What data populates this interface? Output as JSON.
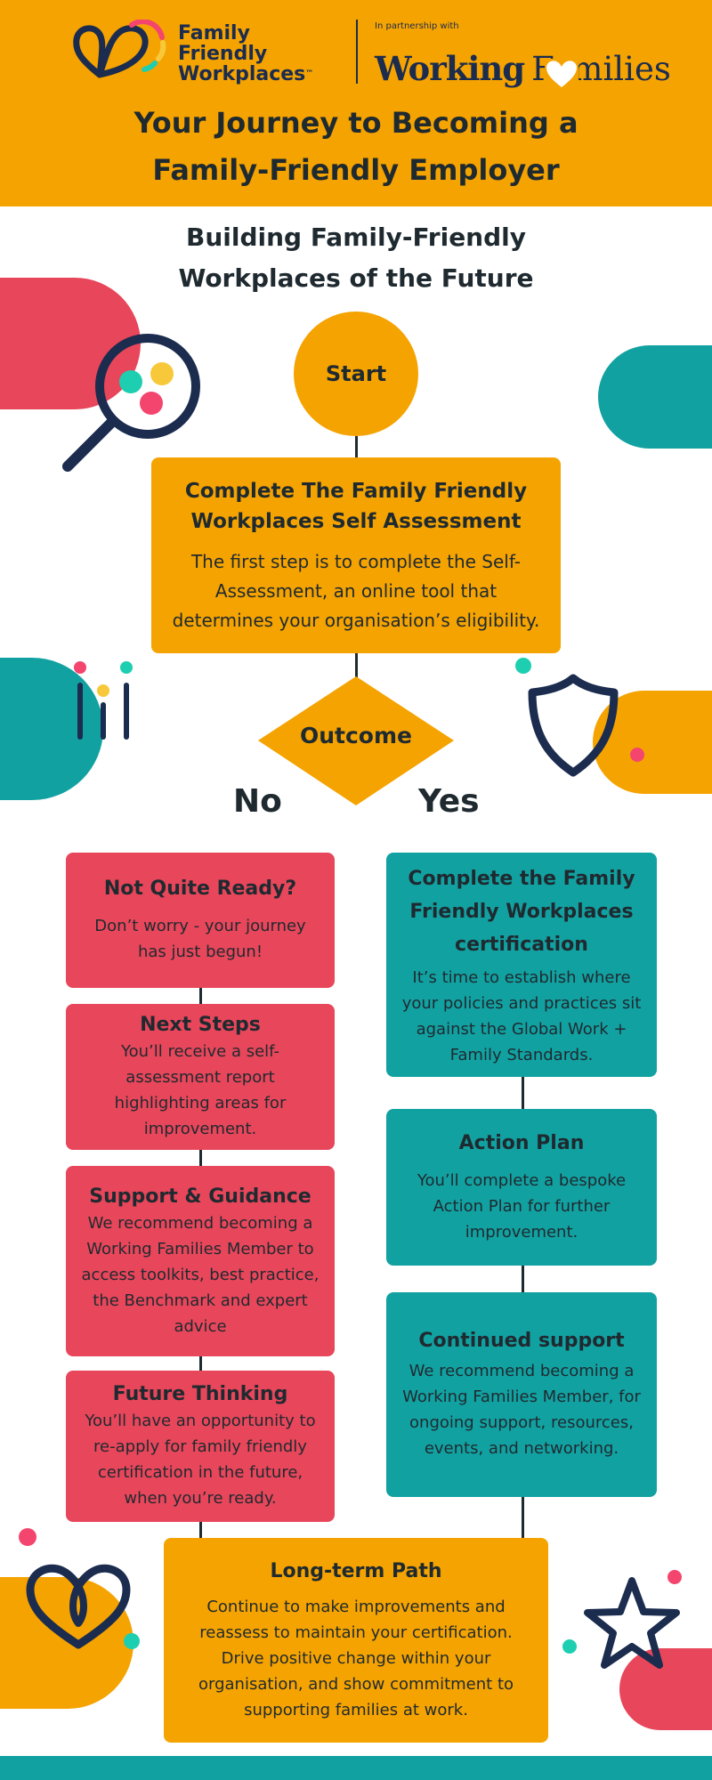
{
  "header": {
    "brand_line1": "Family",
    "brand_line2": "Friendly",
    "brand_line3": "Workplaces",
    "brand_tm": "™",
    "partnership": "In partnership with",
    "partner_word1": "Working",
    "partner_word2": "Families",
    "title_line1": "Your Journey to Becoming a",
    "title_line2": "Family-Friendly Employer",
    "background_color": "#f5a300"
  },
  "subtitle": {
    "line1": "Building Family-Friendly",
    "line2": "Workplaces of the Future"
  },
  "flow": {
    "start": "Start",
    "assessment": {
      "title": "Complete The Family Friendly Workplaces Self Assessment",
      "body": "The first step is to complete the Self-Assessment, an online tool that determines your organisation’s eligibility."
    },
    "decision": "Outcome",
    "no_label": "No",
    "yes_label": "Yes",
    "no_branch": [
      {
        "title": "Not Quite Ready?",
        "body": "Don’t worry - your journey has just begun!"
      },
      {
        "title": "Next Steps",
        "body": "You’ll receive a self-assessment report highlighting areas for improvement."
      },
      {
        "title": "Support & Guidance",
        "body": "We recommend becoming a Working Families Member to access toolkits, best practice, the Benchmark and expert advice"
      },
      {
        "title": "Future Thinking",
        "body": "You’ll have an opportunity to re-apply for family friendly certification in the future, when you’re ready."
      }
    ],
    "yes_branch": [
      {
        "title": "Complete the Family Friendly Workplaces certification",
        "body": "It’s time to establish where your policies and practices sit against the Global Work + Family Standards."
      },
      {
        "title": "Action Plan",
        "body": "You’ll complete a bespoke Action Plan for further improvement."
      },
      {
        "title": "Continued support",
        "body": "We recommend becoming a Working Families Member, for ongoing support, resources, events, and networking."
      }
    ],
    "final": {
      "title": "Long-term Path",
      "body": "Continue to make improvements and reassess to maintain your certification. Drive positive change within your organisation, and show commitment to supporting families at work."
    }
  },
  "colors": {
    "orange": "#f5a300",
    "red": "#e8465a",
    "teal": "#12a1a1",
    "navy": "#1b2c4f",
    "yellow": "#f7c93a",
    "pink": "#f4456e",
    "mint": "#1dcfb0"
  },
  "icons": [
    "magnifier-icon",
    "shield-icon",
    "heart-icon",
    "star-icon",
    "bars-icon"
  ]
}
